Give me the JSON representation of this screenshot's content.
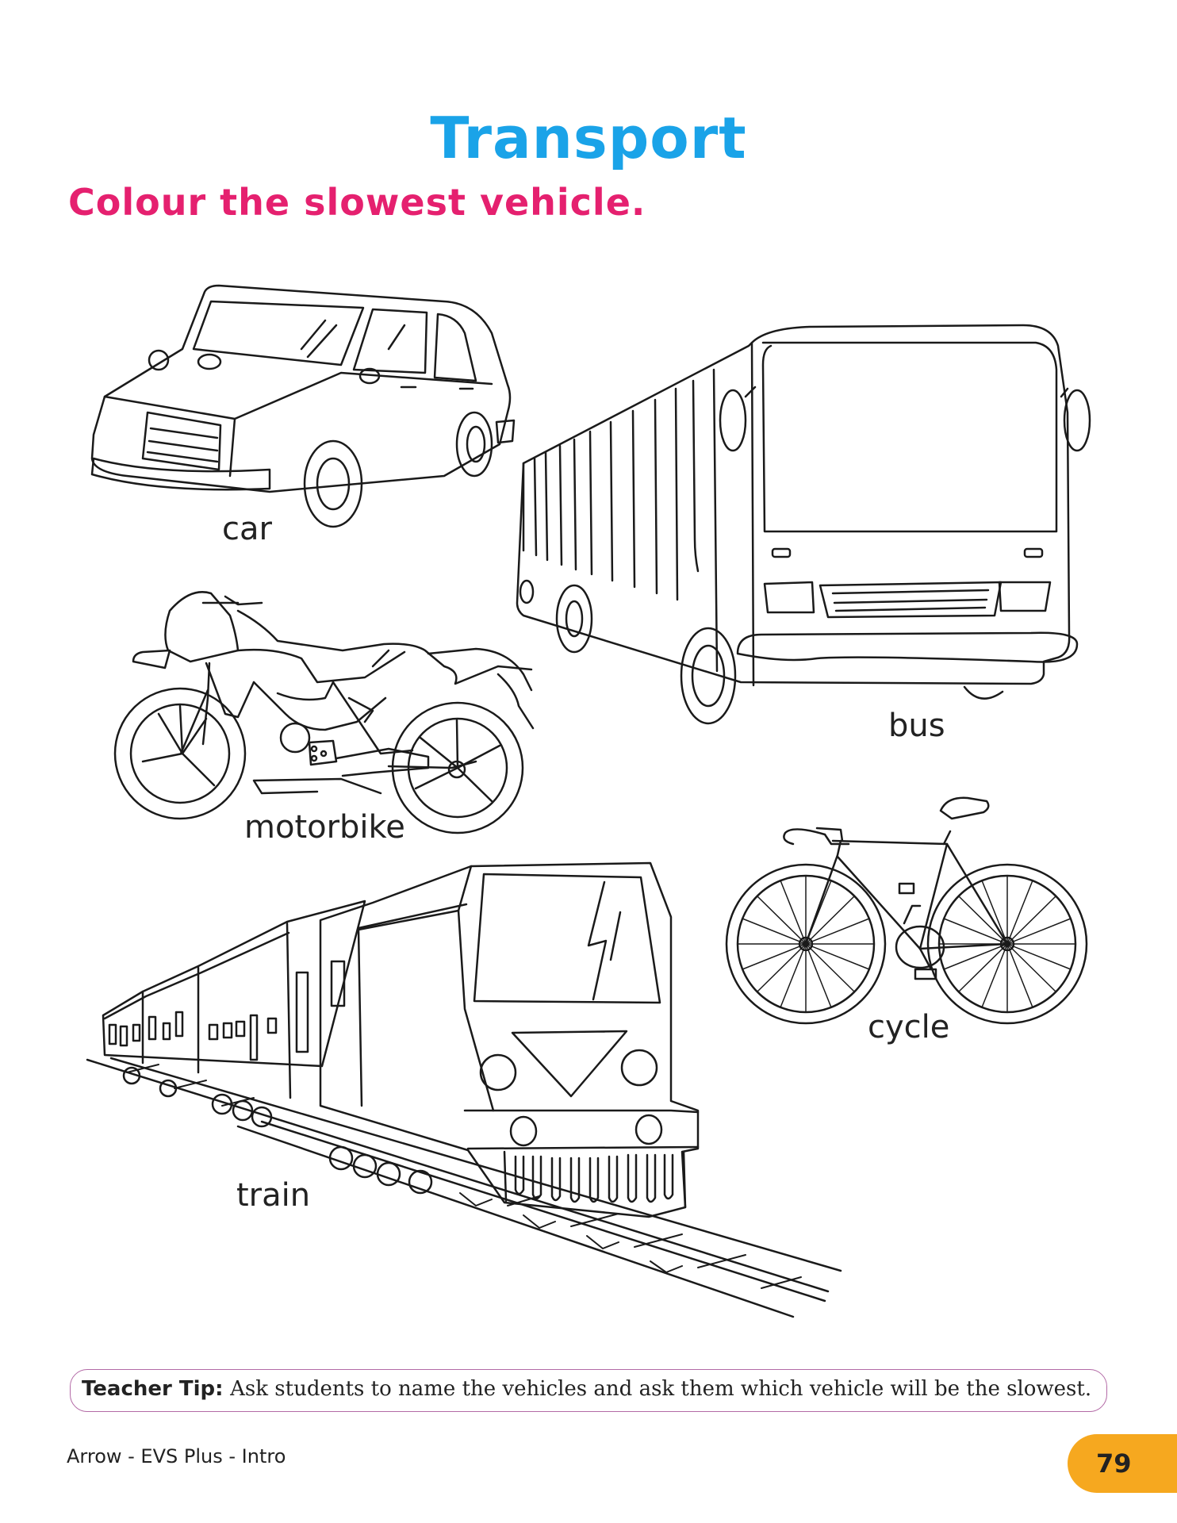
{
  "page": {
    "title": "Transport",
    "instruction": "Colour the slowest vehicle.",
    "colors": {
      "title": "#1aa3e8",
      "instruction": "#e5206f",
      "tip_border": "#b36aa6",
      "page_tab": "#f6a81f",
      "line_art": "#1a1a1a"
    }
  },
  "vehicles": [
    {
      "label": "car",
      "icon": "car-icon"
    },
    {
      "label": "bus",
      "icon": "bus-icon"
    },
    {
      "label": "motorbike",
      "icon": "motorbike-icon"
    },
    {
      "label": "cycle",
      "icon": "bicycle-icon"
    },
    {
      "label": "train",
      "icon": "train-icon"
    }
  ],
  "teacher_tip": {
    "label": "Teacher Tip:",
    "text": "Ask students to name the vehicles and ask them which vehicle will be the slowest."
  },
  "footer": {
    "book": "Arrow - EVS Plus - Intro",
    "page_number": "79"
  }
}
